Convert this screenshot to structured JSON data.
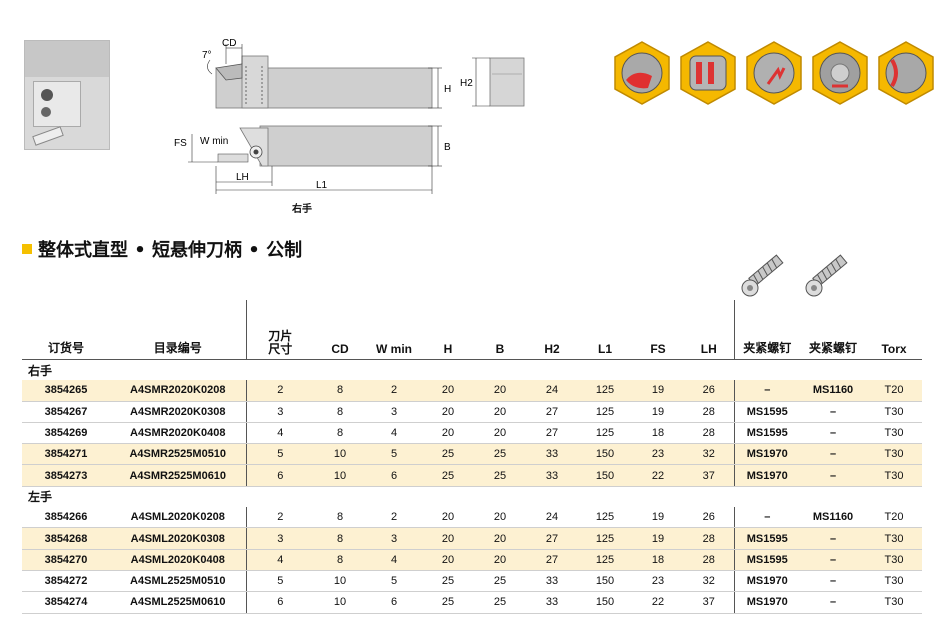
{
  "caption": "右手",
  "title": "整体式直型 • 短悬伸刀柄 • 公制",
  "diagram": {
    "angle": "7°",
    "labels": [
      "CD",
      "H",
      "H2",
      "FS",
      "W min",
      "B",
      "LH",
      "L1"
    ]
  },
  "screw_icons": [
    "screw-icon",
    "screw-icon"
  ],
  "material_icons": [
    "steel-icon",
    "stainless-icon",
    "cast-iron-icon",
    "nonferrous-icon",
    "superalloy-icon"
  ],
  "accent_color": "#f5c000",
  "highlight_color": "#fdf1d2",
  "table": {
    "headers": [
      "订货号",
      "目录编号",
      "刀片\n尺寸",
      "CD",
      "W min",
      "H",
      "B",
      "H2",
      "L1",
      "FS",
      "LH",
      "夹紧螺钉",
      "夹紧螺钉",
      "Torx"
    ],
    "groups": [
      {
        "label": "右手",
        "rows": [
          {
            "cells": [
              "3854265",
              "A4SMR2020K0208",
              "2",
              "8",
              "2",
              "20",
              "20",
              "24",
              "125",
              "19",
              "26",
              "–",
              "MS1160",
              "T20"
            ],
            "highlight": true
          },
          {
            "cells": [
              "3854267",
              "A4SMR2020K0308",
              "3",
              "8",
              "3",
              "20",
              "20",
              "27",
              "125",
              "19",
              "28",
              "MS1595",
              "–",
              "T30"
            ],
            "highlight": false
          },
          {
            "cells": [
              "3854269",
              "A4SMR2020K0408",
              "4",
              "8",
              "4",
              "20",
              "20",
              "27",
              "125",
              "18",
              "28",
              "MS1595",
              "–",
              "T30"
            ],
            "highlight": false
          },
          {
            "cells": [
              "3854271",
              "A4SMR2525M0510",
              "5",
              "10",
              "5",
              "25",
              "25",
              "33",
              "150",
              "23",
              "32",
              "MS1970",
              "–",
              "T30"
            ],
            "highlight": true
          },
          {
            "cells": [
              "3854273",
              "A4SMR2525M0610",
              "6",
              "10",
              "6",
              "25",
              "25",
              "33",
              "150",
              "22",
              "37",
              "MS1970",
              "–",
              "T30"
            ],
            "highlight": true
          }
        ]
      },
      {
        "label": "左手",
        "rows": [
          {
            "cells": [
              "3854266",
              "A4SML2020K0208",
              "2",
              "8",
              "2",
              "20",
              "20",
              "24",
              "125",
              "19",
              "26",
              "–",
              "MS1160",
              "T20"
            ],
            "highlight": false
          },
          {
            "cells": [
              "3854268",
              "A4SML2020K0308",
              "3",
              "8",
              "3",
              "20",
              "20",
              "27",
              "125",
              "19",
              "28",
              "MS1595",
              "–",
              "T30"
            ],
            "highlight": true
          },
          {
            "cells": [
              "3854270",
              "A4SML2020K0408",
              "4",
              "8",
              "4",
              "20",
              "20",
              "27",
              "125",
              "18",
              "28",
              "MS1595",
              "–",
              "T30"
            ],
            "highlight": true
          },
          {
            "cells": [
              "3854272",
              "A4SML2525M0510",
              "5",
              "10",
              "5",
              "25",
              "25",
              "33",
              "150",
              "23",
              "32",
              "MS1970",
              "–",
              "T30"
            ],
            "highlight": false
          },
          {
            "cells": [
              "3854274",
              "A4SML2525M0610",
              "6",
              "10",
              "6",
              "25",
              "25",
              "33",
              "150",
              "22",
              "37",
              "MS1970",
              "–",
              "T30"
            ],
            "highlight": false
          }
        ]
      }
    ]
  }
}
